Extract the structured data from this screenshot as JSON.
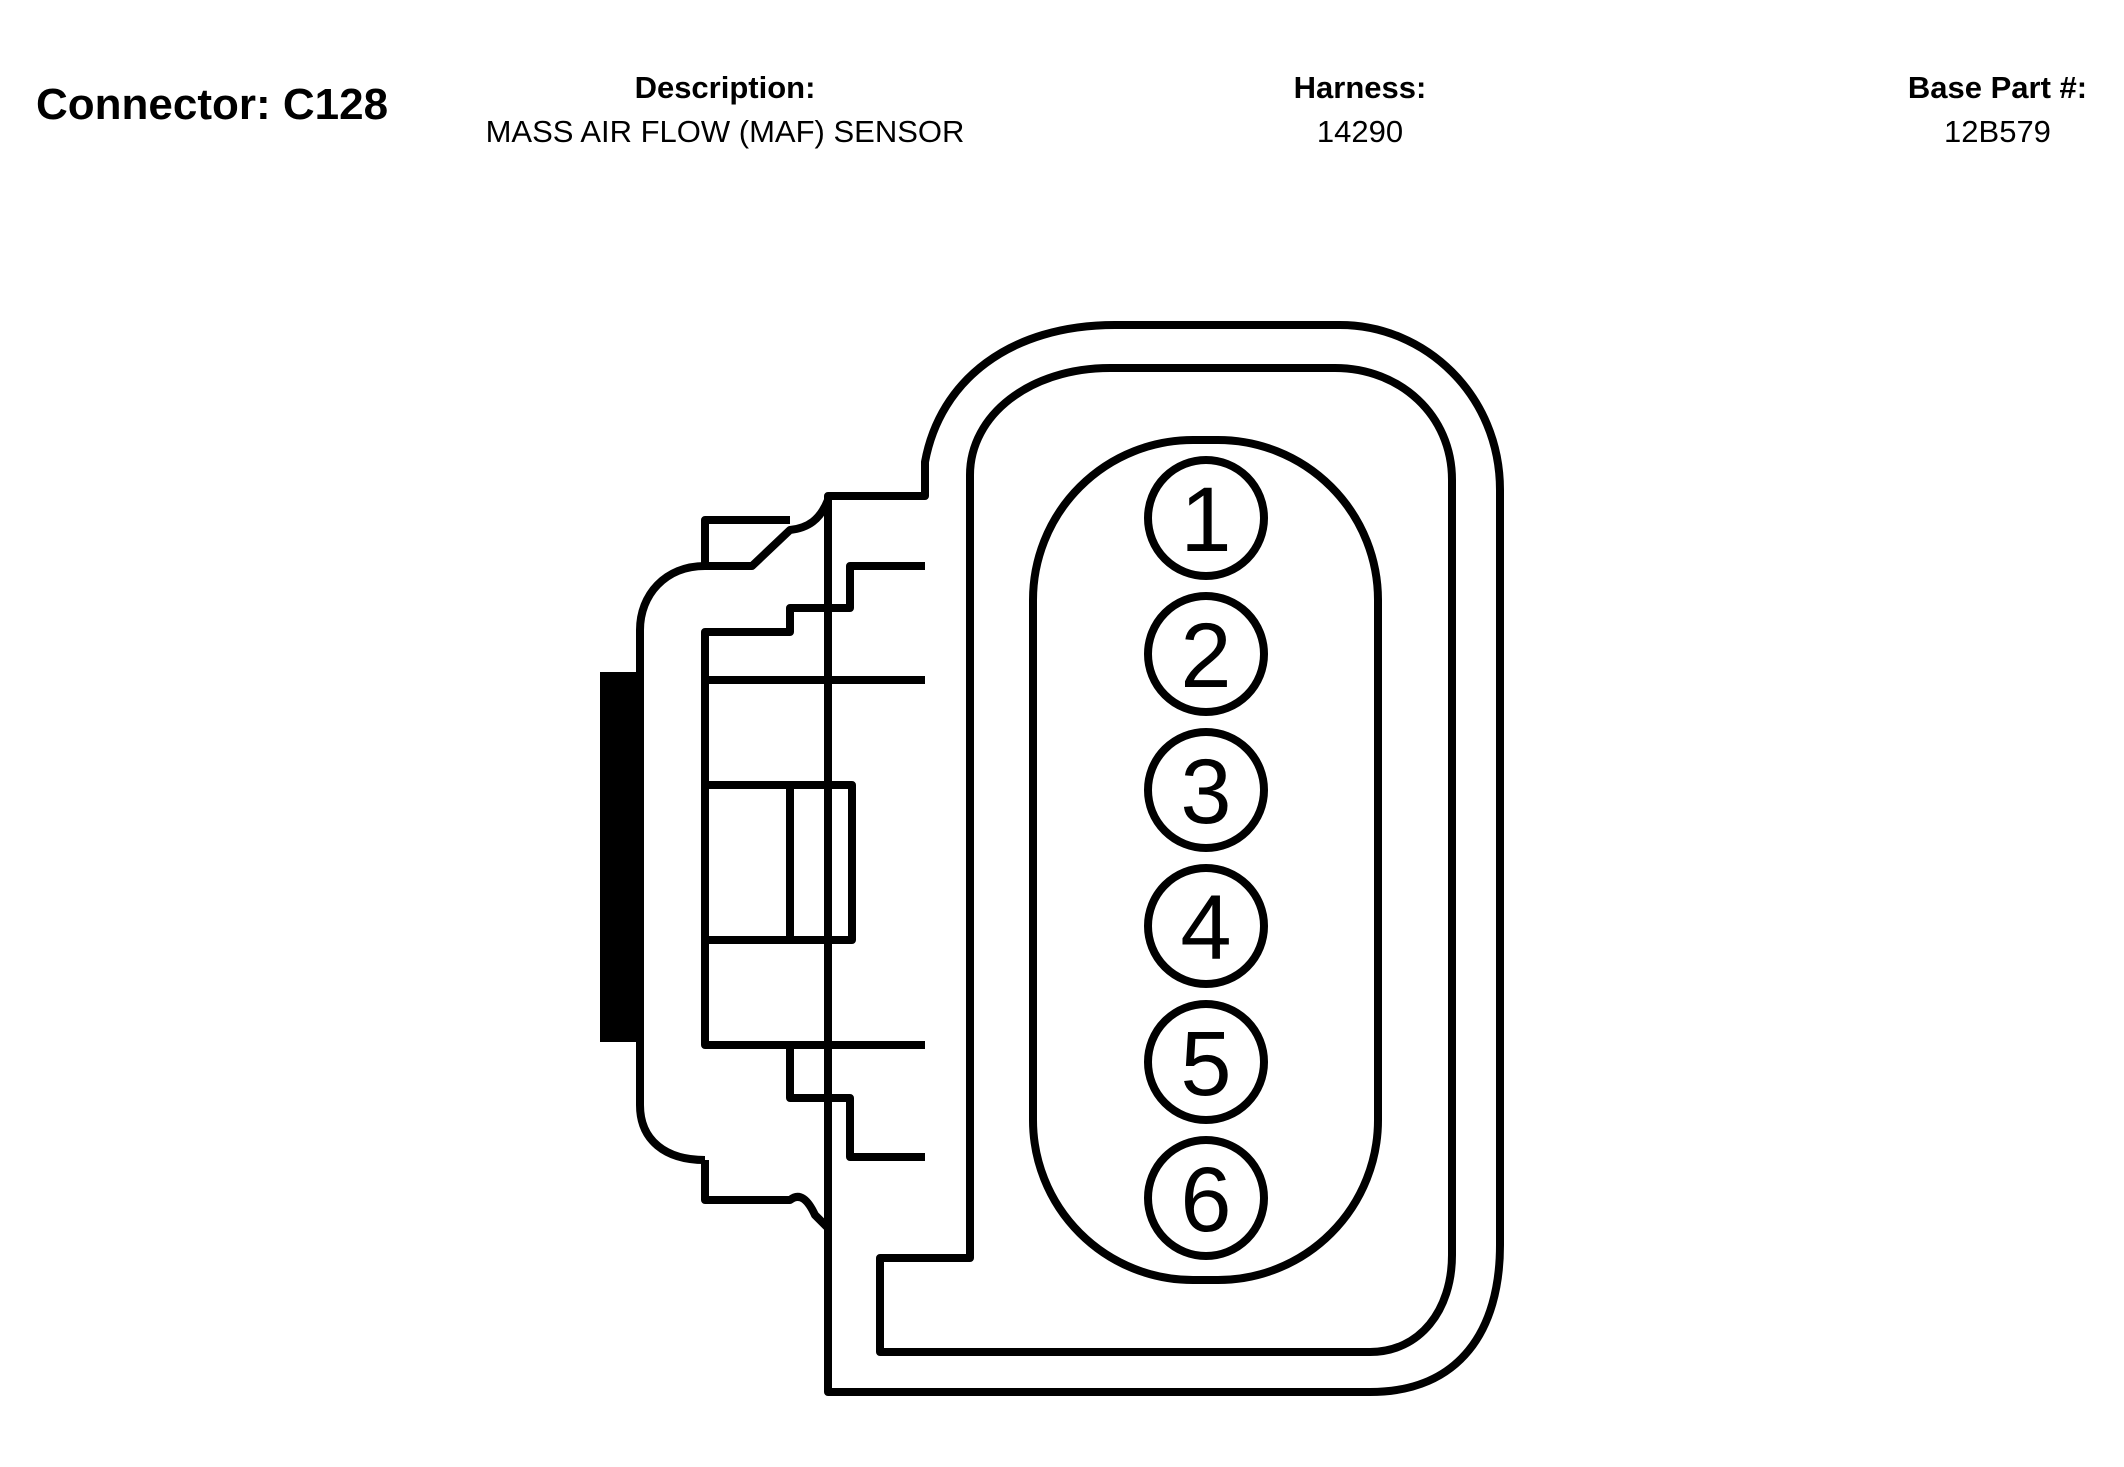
{
  "header": {
    "connector_title": "Connector: C128",
    "description_label": "Description:",
    "description_value": "MASS AIR FLOW (MAF) SENSOR",
    "harness_label": "Harness:",
    "harness_value": "14290",
    "base_part_label": "Base Part #:",
    "base_part_value": "12B579"
  },
  "connector": {
    "pins": [
      "1",
      "2",
      "3",
      "4",
      "5",
      "6"
    ]
  },
  "colors": {
    "line": "#000000",
    "background": "#ffffff"
  }
}
